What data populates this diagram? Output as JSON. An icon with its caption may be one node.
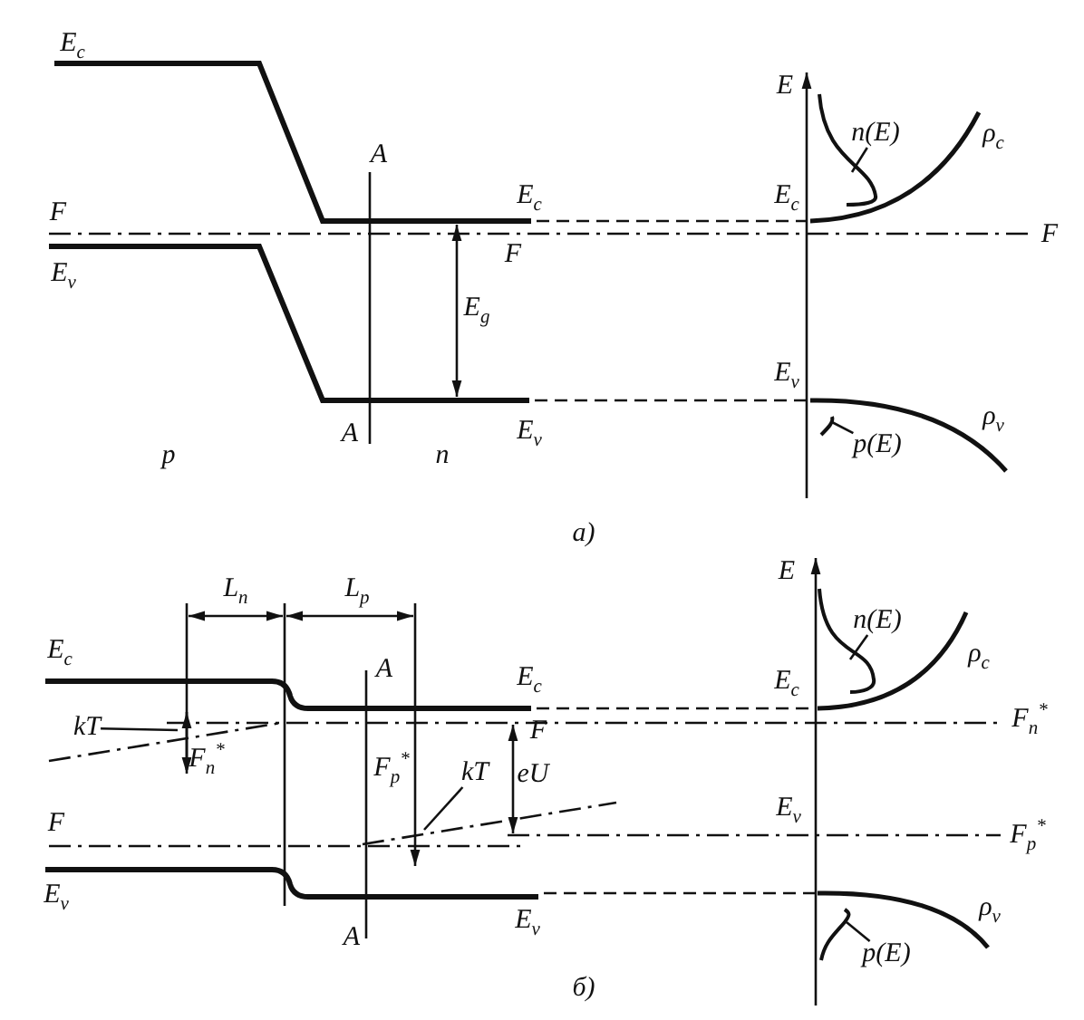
{
  "diagram": {
    "nodes": [
      {
        "text": [
          "n(E)"
        ]
      },
      {
        "text": [
          "p(E)"
        ]
      },
      {
        "text": [
          "n(E)"
        ]
      },
      {
        "text": [
          "kT"
        ]
      },
      {
        "text": [
          "kT"
        ]
      },
      {
        "text": [
          "p(E)"
        ]
      }
    ],
    "edges": [
      {
        "from": 0,
        "to": null,
        "arrow": "none"
      },
      {
        "from": 1,
        "to": null,
        "arrow": "none"
      },
      {
        "from": 2,
        "to": null,
        "arrow": "none"
      },
      {
        "from": 3,
        "to": null,
        "arrow": "none"
      },
      {
        "from": 4,
        "to": null,
        "arrow": "none"
      },
      {
        "from": 5,
        "to": null,
        "arrow": "none"
      }
    ],
    "labels": [
      "E$_{c}$",
      "E",
      "ρ$_{c}$",
      "A",
      "E$_{c}$",
      "E$_{c}$",
      "F",
      "F",
      "F",
      "E$_{v}$",
      "E$_{g}$",
      "E$_{v}$",
      "ρ$_{v}$",
      "A",
      "E$_{v}$",
      "p",
      "n",
      "а)",
      "E",
      "L$_{n}$",
      "L$_{p}$",
      "ρ$_{c}$",
      "E$_{c}$",
      "A",
      "E$_{c}$",
      "E$_{c}$",
      "F$_{n}$$^{*}$",
      "F",
      "F$_{n}$$^{*}$",
      "F$_{p}$$^{*}$",
      "eU",
      "E$_{v}$",
      "F",
      "F$_{p}$$^{*}$",
      "E$_{v}$",
      "ρ$_{v}$",
      "E$_{v}$",
      "A",
      "б)"
    ]
  }
}
